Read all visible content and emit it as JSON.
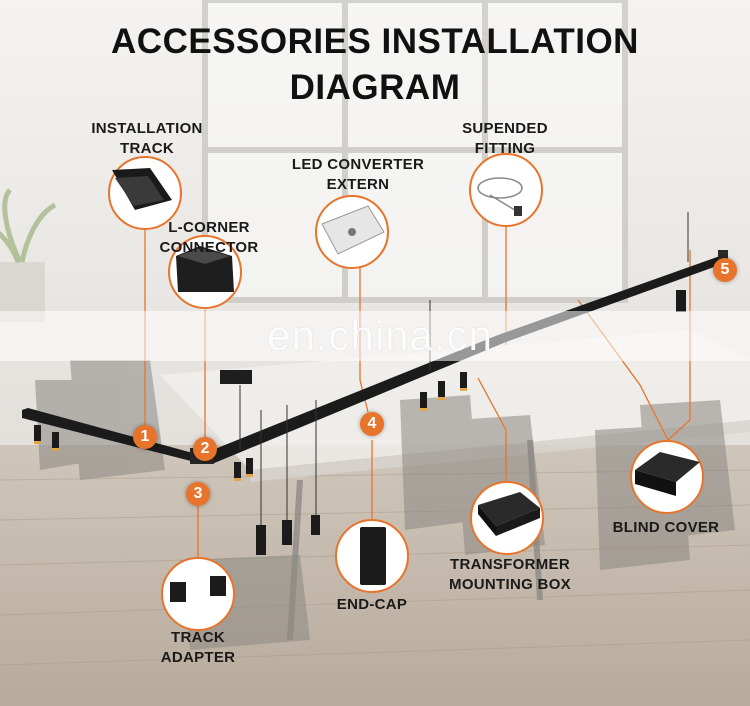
{
  "title": {
    "line1": "ACCESSORIES INSTALLATION",
    "line2": "DIAGRAM"
  },
  "labels": {
    "installation_track": [
      "INSTALLATION",
      "TRACK"
    ],
    "supended_fitting": [
      "SUPENDED",
      "FITTING"
    ],
    "led_converter": [
      "LED CONVERTER",
      "EXTERN"
    ],
    "l_corner": [
      "L-CORNER",
      "CONNECTOR"
    ],
    "blind_cover": "BLIND COVER",
    "transformer_box": [
      "TRANSFORMER",
      "MOUNTING BOX"
    ],
    "end_cap": "END-CAP",
    "track_adapter": [
      "TRACK",
      "ADAPTER"
    ]
  },
  "badges": [
    "1",
    "2",
    "3",
    "4",
    "5"
  ],
  "watermark": "en.china.cn",
  "colors": {
    "accent": "#e8742c",
    "track": "#1b1b1b",
    "text": "#111111"
  }
}
